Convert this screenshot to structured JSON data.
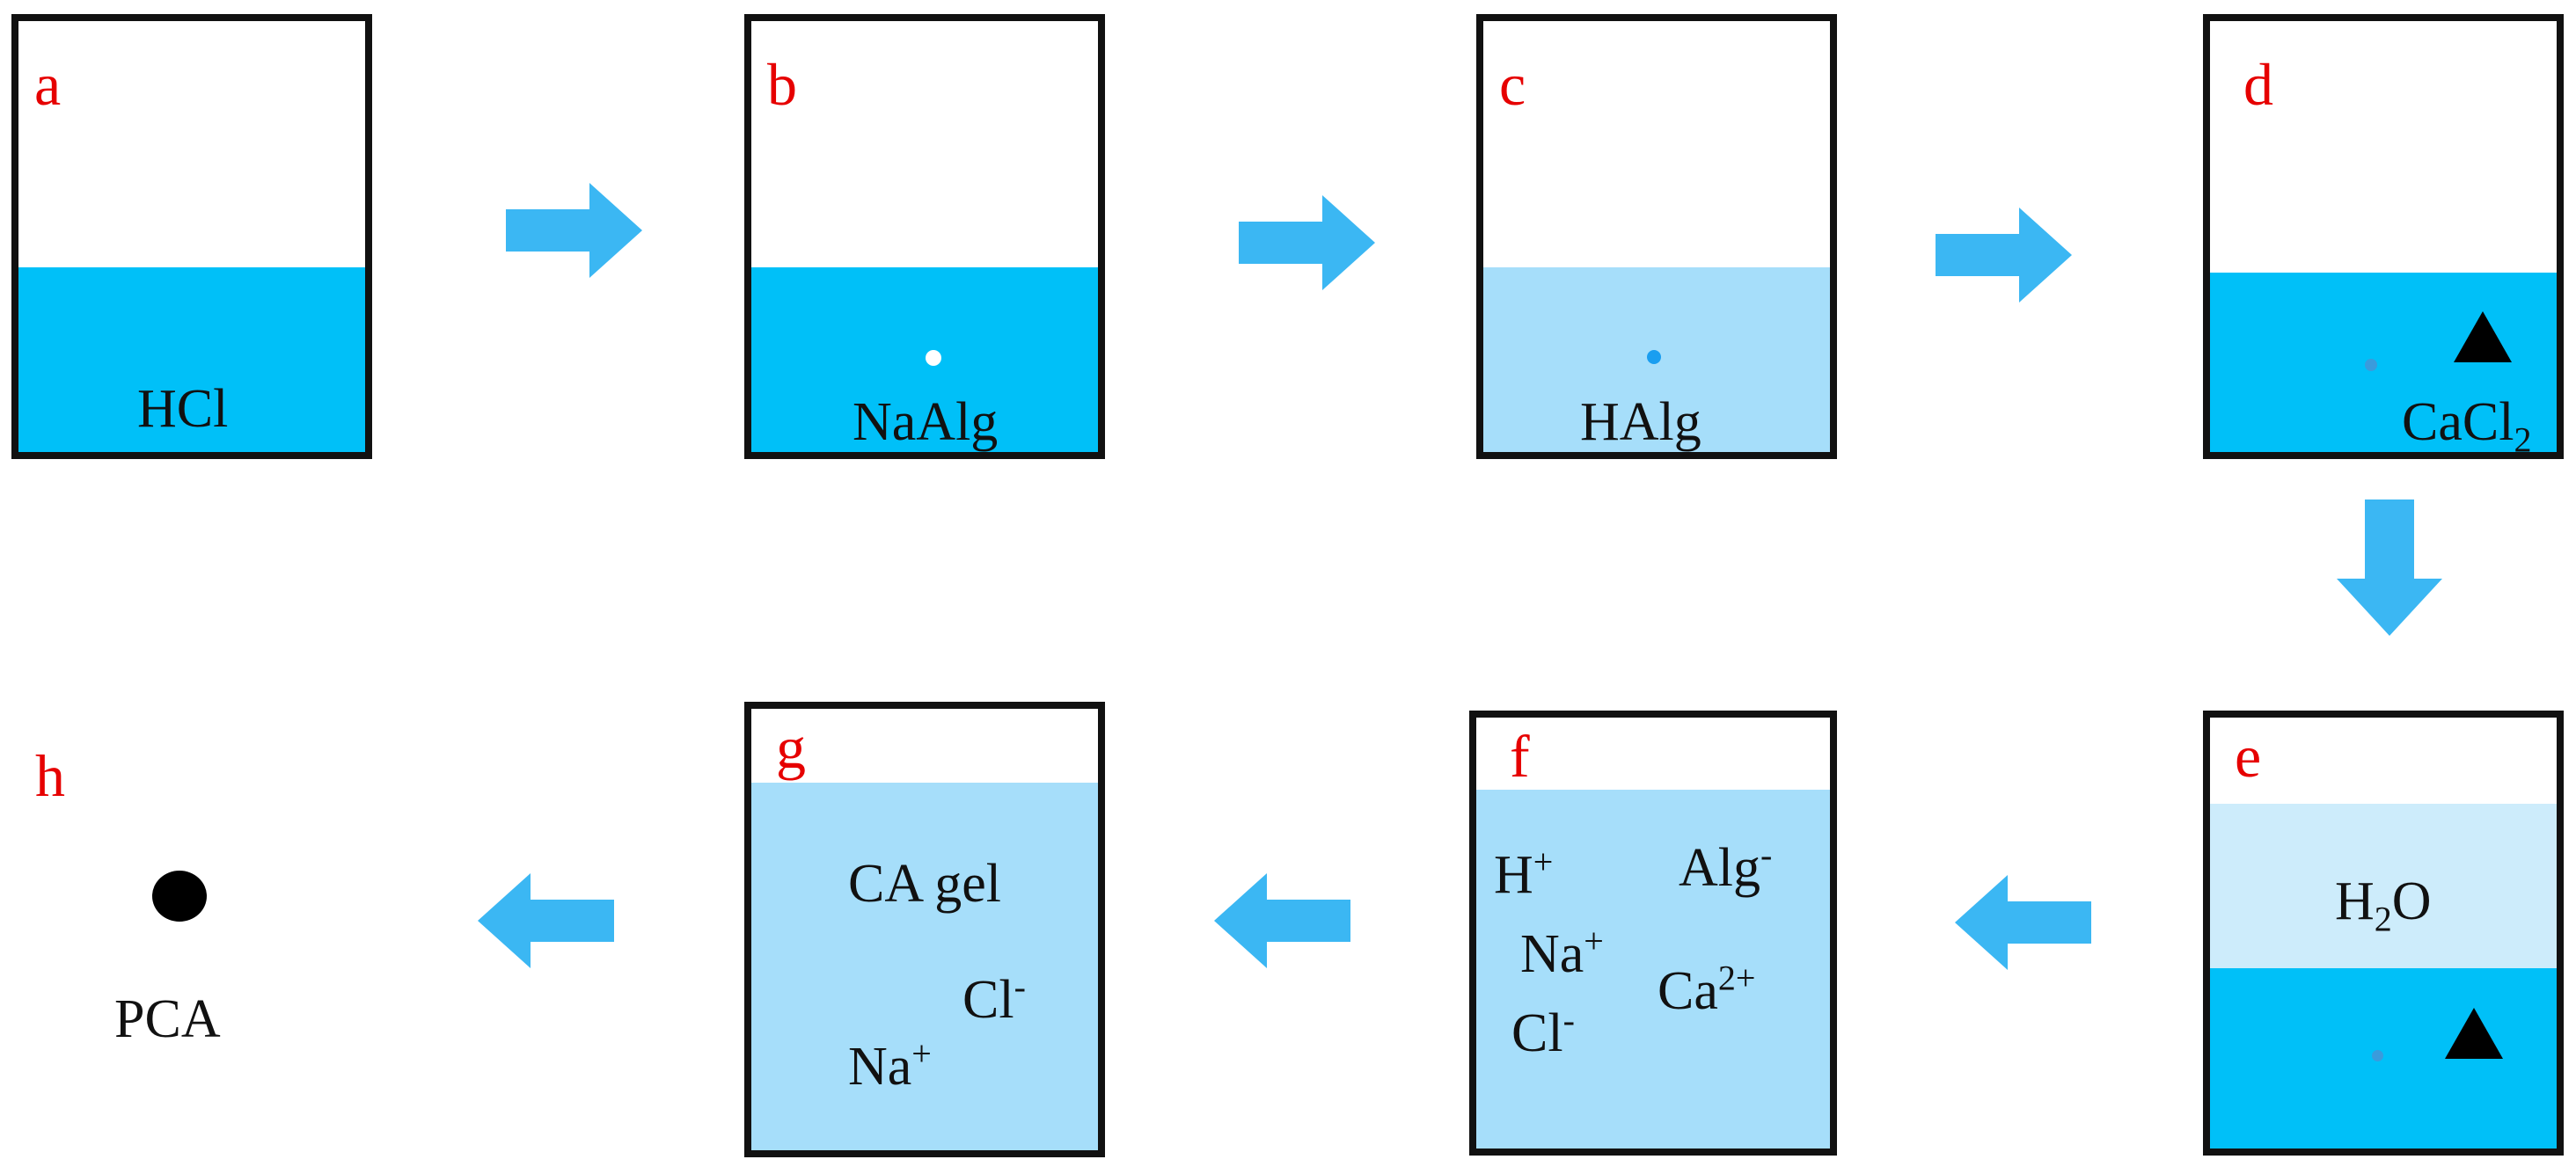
{
  "colors": {
    "deep_blue": "#00c0f8",
    "light_blue": "#a6defa",
    "pale_blue": "#cdecfb",
    "arrow_blue": "#3bb7f3",
    "panel_letter": "#e60000",
    "outline": "#111111"
  },
  "panels": {
    "a": {
      "letter": "a",
      "label": "HCl"
    },
    "b": {
      "letter": "b",
      "label": "NaAlg"
    },
    "c": {
      "letter": "c",
      "label": "HAlg"
    },
    "d": {
      "letter": "d",
      "label_main": "CaCl",
      "label_sub": "2"
    },
    "e": {
      "letter": "e",
      "label_pre": "H",
      "label_sub": "2",
      "label_post": "O"
    },
    "f": {
      "letter": "f",
      "ions": [
        {
          "base": "H",
          "sup": "+"
        },
        {
          "base": "Alg",
          "sup": "-"
        },
        {
          "base": "Na",
          "sup": "+"
        },
        {
          "base": "Ca",
          "sup": "2+"
        },
        {
          "base": "Cl",
          "sup": "-"
        }
      ]
    },
    "g": {
      "letter": "g",
      "label": "CA gel",
      "ions": [
        {
          "base": "Cl",
          "sup": "-"
        },
        {
          "base": "Na",
          "sup": "+"
        }
      ]
    },
    "h": {
      "letter": "h",
      "label": "PCA"
    }
  },
  "icons": {
    "flow_arrow": "arrow-icon",
    "alginate_bead": "bead-icon",
    "calcium_chloride_marker": "triangle-icon"
  }
}
